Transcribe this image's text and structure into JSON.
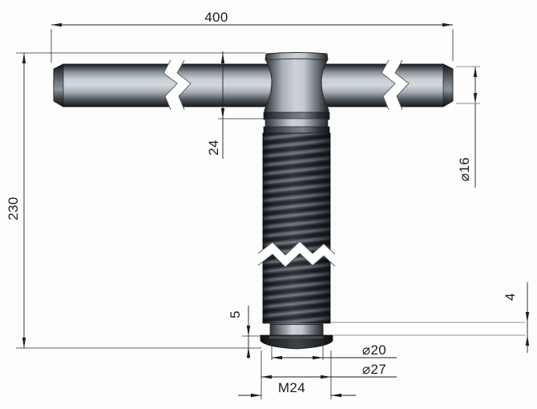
{
  "drawing": {
    "type": "engineering-orthographic-view",
    "subject": "T-handle threaded screw (tommy bar screw)",
    "dimensions": {
      "overall_length": "400",
      "overall_height": "230",
      "head_height": "24",
      "handle_diameter": "⌀16",
      "tip_height": "4",
      "cap_height": "5",
      "tip_diameter": "⌀20",
      "cap_diameter": "⌀27",
      "thread_designation": "M24"
    },
    "colors": {
      "background": "#fdfdfd",
      "line": "#1d1d1d",
      "extension_gray": "#8f8f8f",
      "metal_light": "#ccd2d6",
      "metal_dark": "#24282c",
      "thread_dark": "#17191c",
      "break_band": "#ffffff"
    }
  }
}
